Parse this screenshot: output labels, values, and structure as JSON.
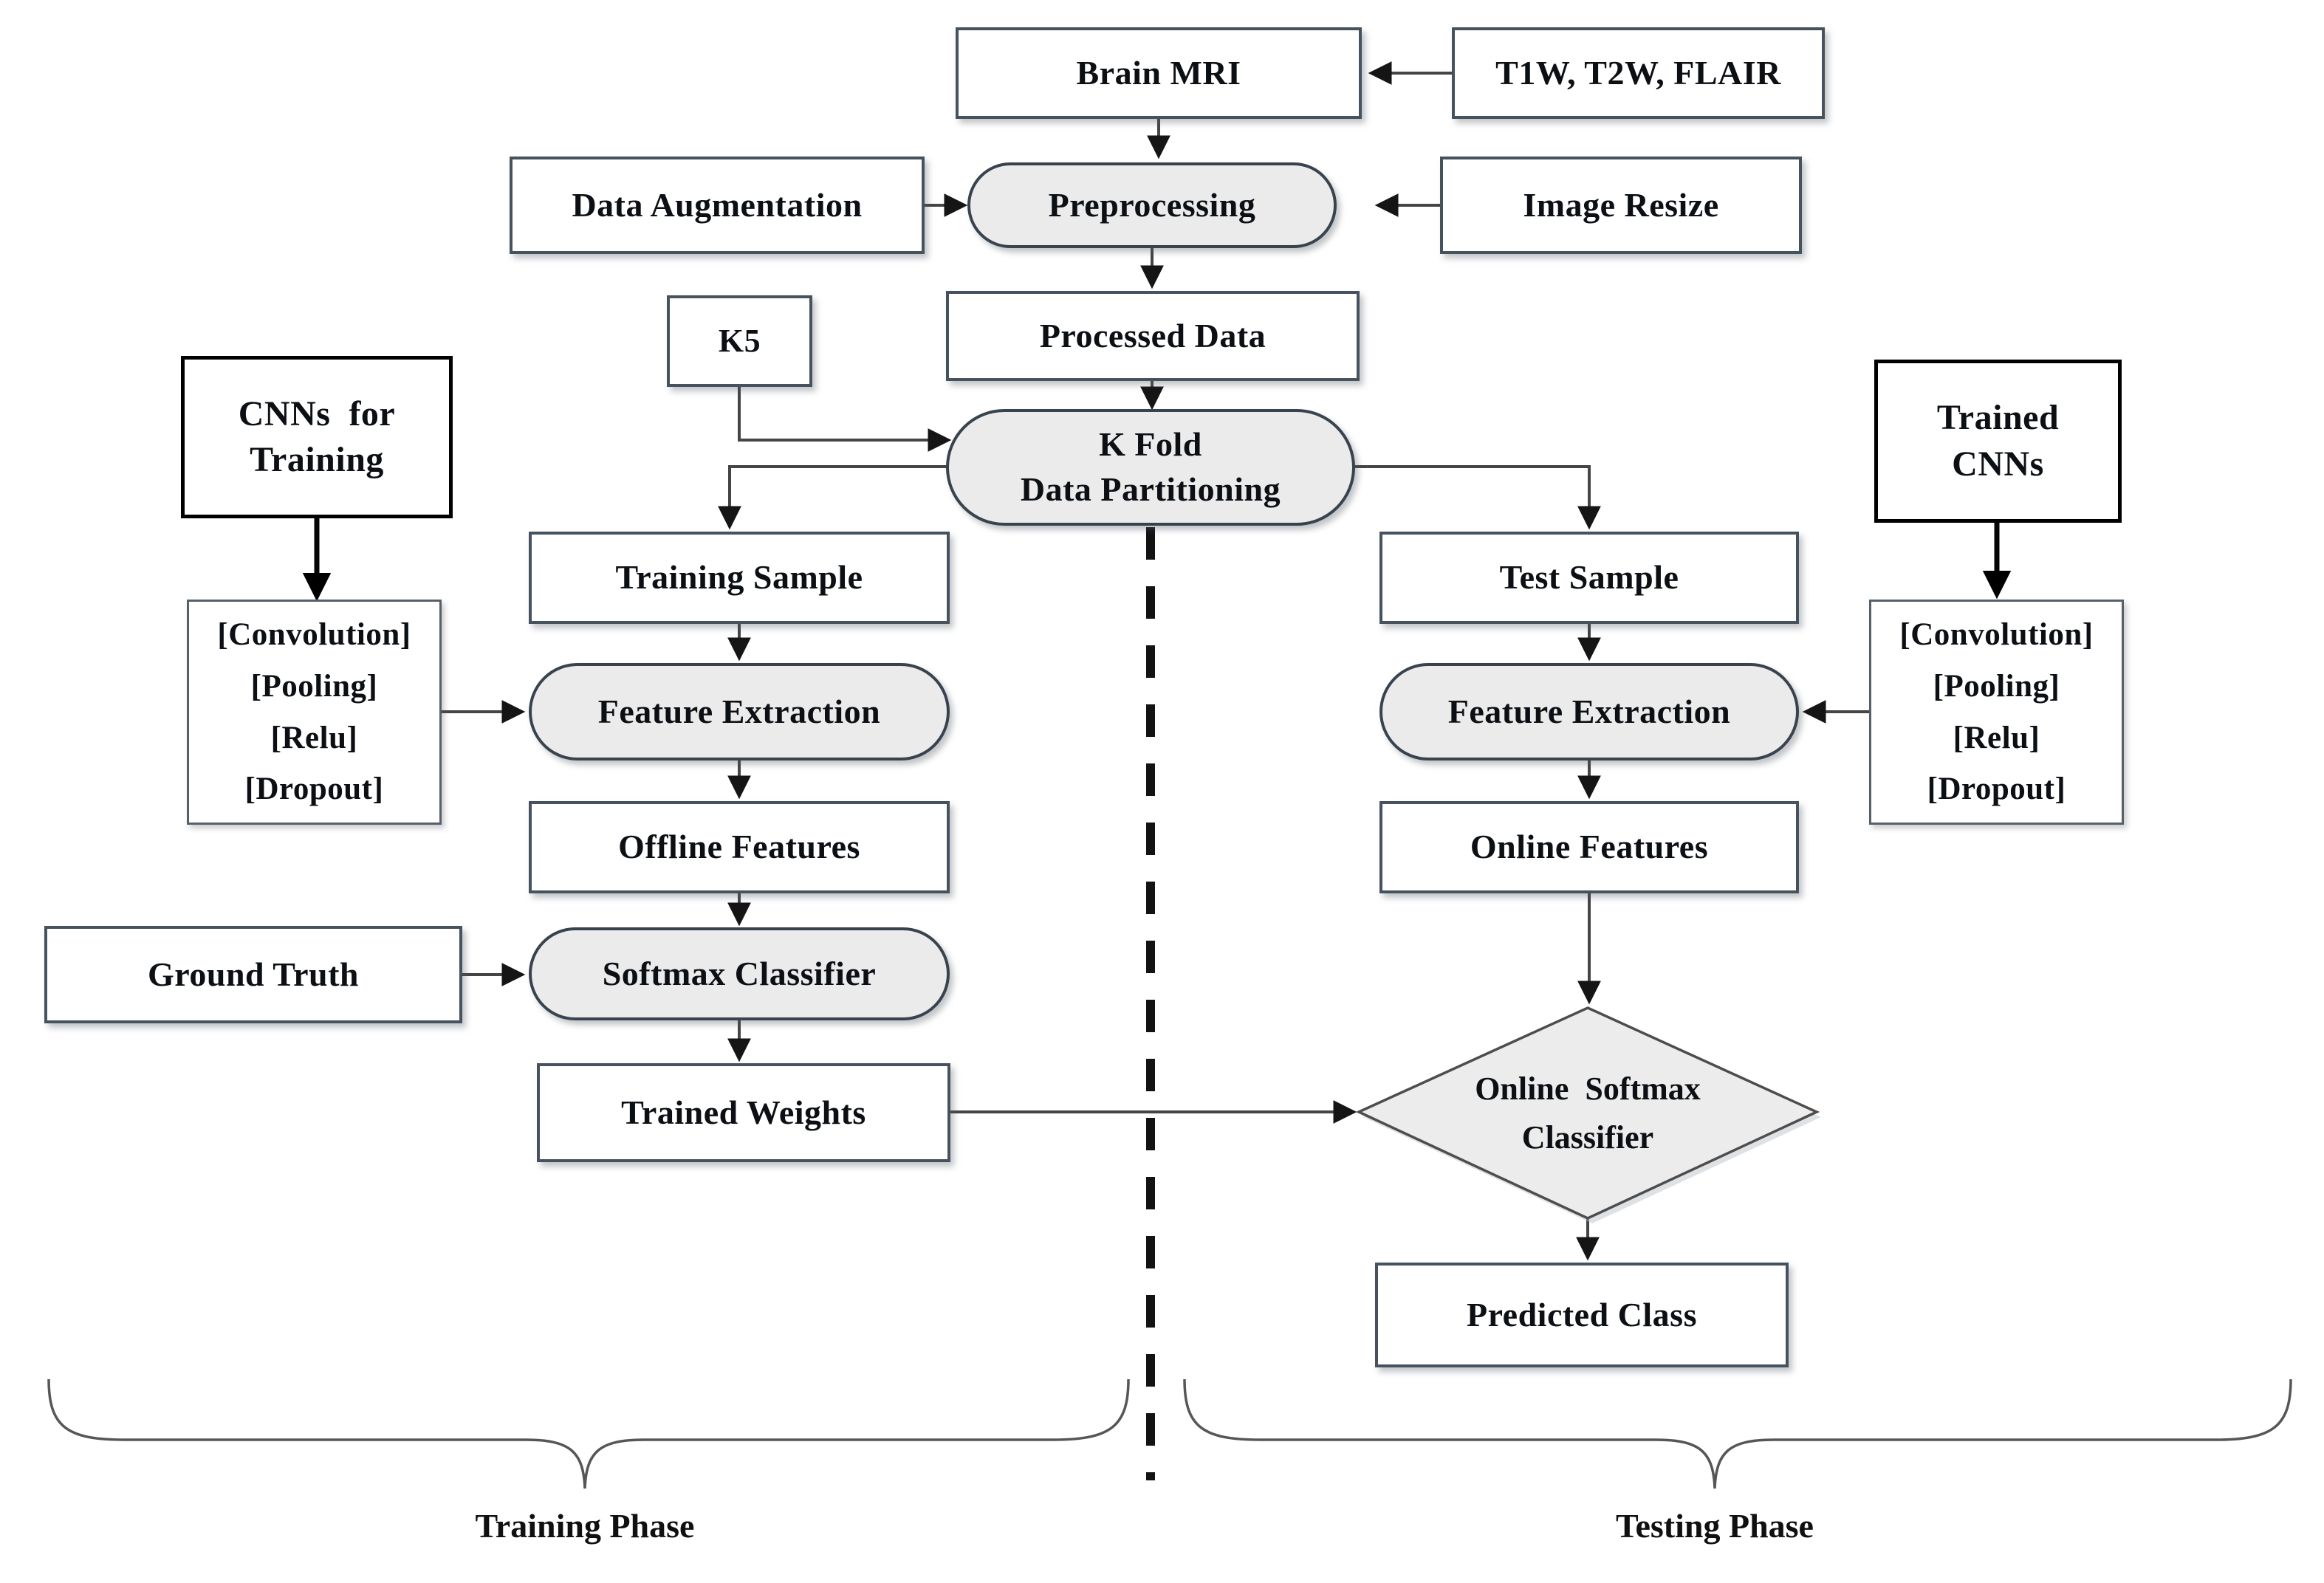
{
  "diagram": {
    "nodes": {
      "brain_mri": {
        "label": "Brain MRI",
        "shape": "rect"
      },
      "modalities": {
        "label": "T1W, T2W, FLAIR",
        "shape": "rect"
      },
      "data_augmentation": {
        "label": "Data Augmentation",
        "shape": "rect"
      },
      "preprocessing": {
        "label": "Preprocessing",
        "shape": "stadium"
      },
      "image_resize": {
        "label": "Image Resize",
        "shape": "rect"
      },
      "processed_data": {
        "label": "Processed Data",
        "shape": "rect"
      },
      "k5": {
        "label": "K5",
        "shape": "rect"
      },
      "k_fold_partitioning": {
        "line1": "K Fold",
        "line2": "Data Partitioning",
        "shape": "stadium"
      },
      "cnns_for_training": {
        "line1": "CNNs  for",
        "line2": "Training",
        "shape": "rect-bold"
      },
      "cnn_layers_left": {
        "lines": [
          "[Convolution]",
          "[Pooling]",
          "[Relu]",
          "[Dropout]"
        ],
        "shape": "rect"
      },
      "training_sample": {
        "label": "Training Sample",
        "shape": "rect"
      },
      "feature_extraction_left": {
        "label": "Feature Extraction",
        "shape": "stadium"
      },
      "offline_features": {
        "label": "Offline Features",
        "shape": "rect"
      },
      "ground_truth": {
        "label": "Ground Truth",
        "shape": "rect"
      },
      "softmax_classifier": {
        "label": "Softmax Classifier",
        "shape": "stadium"
      },
      "trained_weights": {
        "label": "Trained Weights",
        "shape": "rect"
      },
      "trained_cnns": {
        "line1": "Trained",
        "line2": "CNNs",
        "shape": "rect-bold"
      },
      "cnn_layers_right": {
        "lines": [
          "[Convolution]",
          "[Pooling]",
          "[Relu]",
          "[Dropout]"
        ],
        "shape": "rect"
      },
      "test_sample": {
        "label": "Test Sample",
        "shape": "rect"
      },
      "feature_extraction_right": {
        "label": "Feature Extraction",
        "shape": "stadium"
      },
      "online_features": {
        "label": "Online Features",
        "shape": "rect"
      },
      "online_softmax_classifier": {
        "line1": "Online  Softmax",
        "line2": "Classifier",
        "shape": "diamond"
      },
      "predicted_class": {
        "label": "Predicted Class",
        "shape": "rect"
      }
    },
    "phase_labels": {
      "training": "Training Phase",
      "testing": "Testing Phase"
    },
    "colors": {
      "background": "#ffffff",
      "box_fill": "#ffffff",
      "process_fill": "#ebebeb",
      "box_border": "#46525e",
      "bold_border": "#000000",
      "arrow": "#454545",
      "dashed_separator": "#131313",
      "text": "#0c0f13"
    }
  }
}
